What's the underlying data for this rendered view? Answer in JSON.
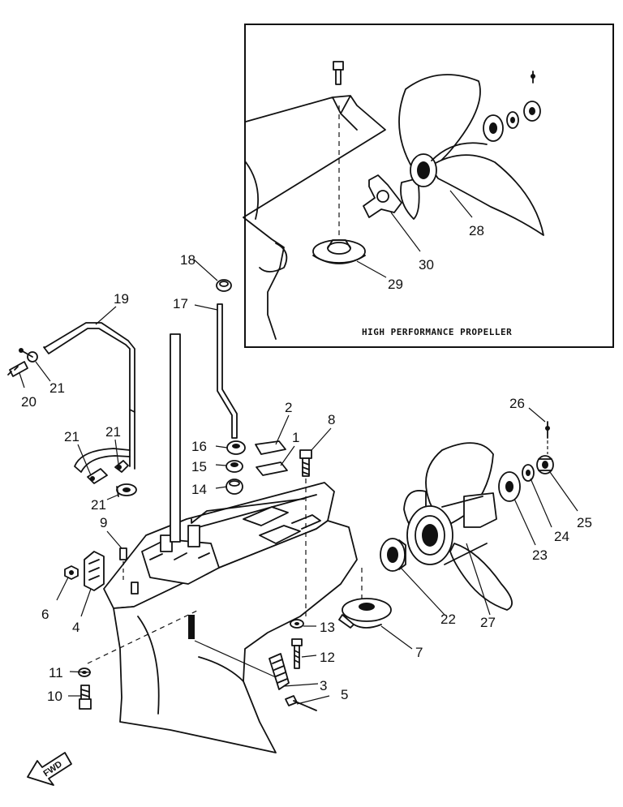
{
  "inset": {
    "caption": "HIGH PERFORMANCE PROPELLER"
  },
  "fwd": {
    "label": "FWD"
  },
  "callouts": [
    {
      "id": "c1",
      "label": "1"
    },
    {
      "id": "c2",
      "label": "2"
    },
    {
      "id": "c3",
      "label": "3"
    },
    {
      "id": "c4",
      "label": "4"
    },
    {
      "id": "c5",
      "label": "5"
    },
    {
      "id": "c6",
      "label": "6"
    },
    {
      "id": "c7",
      "label": "7"
    },
    {
      "id": "c8",
      "label": "8"
    },
    {
      "id": "c9",
      "label": "9"
    },
    {
      "id": "c10",
      "label": "10"
    },
    {
      "id": "c11",
      "label": "11"
    },
    {
      "id": "c12",
      "label": "12"
    },
    {
      "id": "c13",
      "label": "13"
    },
    {
      "id": "c14",
      "label": "14"
    },
    {
      "id": "c15",
      "label": "15"
    },
    {
      "id": "c16",
      "label": "16"
    },
    {
      "id": "c17",
      "label": "17"
    },
    {
      "id": "c18",
      "label": "18"
    },
    {
      "id": "c19",
      "label": "19"
    },
    {
      "id": "c20",
      "label": "20"
    },
    {
      "id": "c21a",
      "label": "21"
    },
    {
      "id": "c21b",
      "label": "21"
    },
    {
      "id": "c21c",
      "label": "21"
    },
    {
      "id": "c21d",
      "label": "21"
    },
    {
      "id": "c22",
      "label": "22"
    },
    {
      "id": "c23",
      "label": "23"
    },
    {
      "id": "c24",
      "label": "24"
    },
    {
      "id": "c25",
      "label": "25"
    },
    {
      "id": "c26",
      "label": "26"
    },
    {
      "id": "c27",
      "label": "27"
    },
    {
      "id": "c28",
      "label": "28"
    },
    {
      "id": "c29",
      "label": "29"
    },
    {
      "id": "c30",
      "label": "30"
    }
  ]
}
